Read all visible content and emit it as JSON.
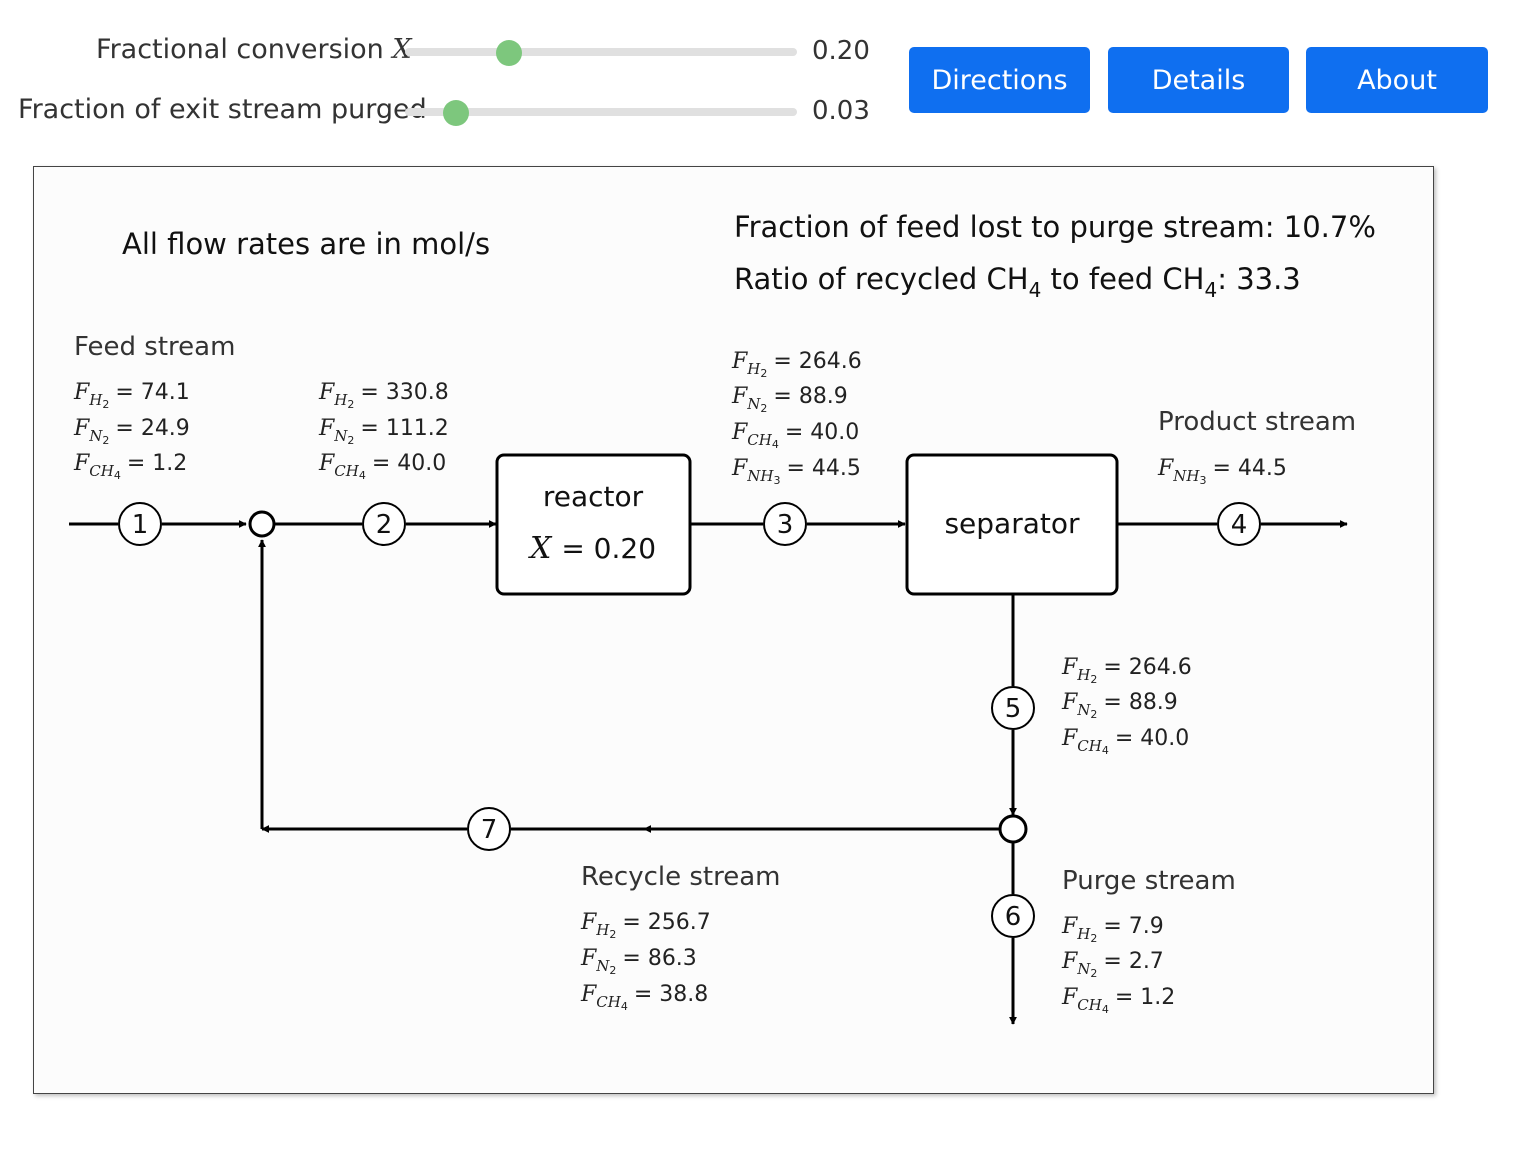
{
  "controls": {
    "conversion": {
      "label": "Fractional conversion",
      "symbol": "X",
      "value_text": "0.20",
      "value": 0.2
    },
    "purge": {
      "label": "Fraction of exit stream purged",
      "value_text": "0.03",
      "value": 0.03
    }
  },
  "buttons": {
    "directions": "Directions",
    "details": "Details",
    "about": "About"
  },
  "diagram": {
    "units_note": "All flow rates are in mol/s",
    "purge_fraction_label": "Fraction of feed lost to purge stream: 10.7%",
    "ratio_label_pre": "Ratio of recycled CH",
    "ratio_label_mid": " to feed CH",
    "ratio_label_post": ": 33.3",
    "sub4": "4",
    "reactor": {
      "label": "reactor",
      "conv_symbol": "X",
      "conv_text": "= 0.20"
    },
    "separator": {
      "label": "separator"
    },
    "feed_title": "Feed stream",
    "product_title": "Product stream",
    "recycle_title": "Recycle stream",
    "purge_title": "Purge stream",
    "numbers": [
      "1",
      "2",
      "3",
      "4",
      "5",
      "6",
      "7"
    ],
    "streams": {
      "s1": {
        "H2": "= 74.1",
        "N2": "= 24.9",
        "CH4": "= 1.2"
      },
      "s2": {
        "H2": "= 330.8",
        "N2": "= 111.2",
        "CH4": "= 40.0"
      },
      "s3": {
        "H2": "= 264.6",
        "N2": "= 88.9",
        "CH4": "= 40.0",
        "NH3": "= 44.5"
      },
      "s4": {
        "NH3": "= 44.5"
      },
      "s5": {
        "H2": "= 264.6",
        "N2": "= 88.9",
        "CH4": "= 40.0"
      },
      "s6": {
        "H2": "= 7.9",
        "N2": "= 2.7",
        "CH4": "= 1.2"
      },
      "s7": {
        "H2": "= 256.7",
        "N2": "= 86.3",
        "CH4": "= 38.8"
      }
    },
    "species": {
      "F": "F",
      "H2": "H",
      "H2sub": "2",
      "N2": "N",
      "N2sub": "2",
      "CH4": "CH",
      "CH4sub": "4",
      "NH3": "NH",
      "NH3sub": "3"
    }
  }
}
